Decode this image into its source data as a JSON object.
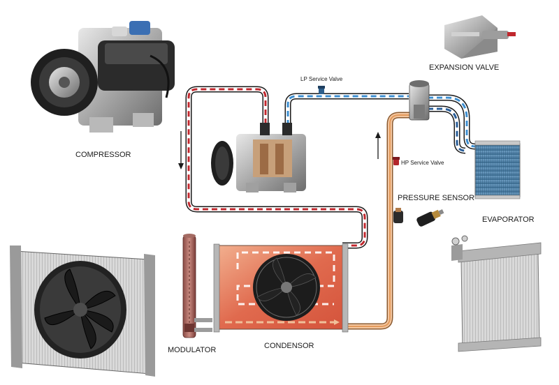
{
  "labels": {
    "compressor": "COMPRESSOR",
    "expansion_valve": "EXPANSION VALVE",
    "lp_service_valve": "LP Service Valve",
    "hp_service_valve": "HP Service Valve",
    "pressure_sensor": "PRESSURE SENSOR",
    "evaporator": "EVAPORATOR",
    "modulator": "MODULATOR",
    "condensor": "CONDENSOR"
  },
  "colors": {
    "high_pressure_gas": "#c0272d",
    "low_pressure_line": "#3d8fd1",
    "high_pressure_liquid": "#e39a5c",
    "pipe_outline": "#1a1a1a",
    "condenser_fill": "#e06a4e",
    "evaporator_fill": "#4a7aa0"
  },
  "icons": [
    "compressor-photo",
    "expansion-valve-photo",
    "radiator-fan-photo",
    "evaporator-core-photo",
    "condenser-fan-icon",
    "pressure-sensor-photo"
  ]
}
